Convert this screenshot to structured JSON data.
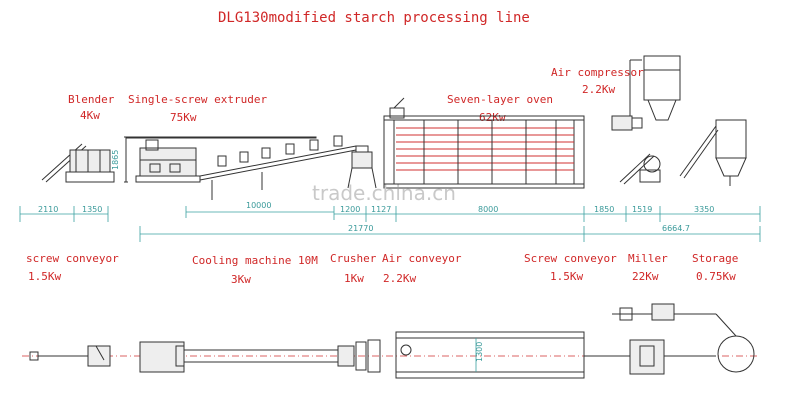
{
  "title": "DLG130modified starch processing line",
  "watermark": "trade.china.cn",
  "top_labels": {
    "blender": {
      "name": "Blender",
      "power": "4Kw"
    },
    "extruder": {
      "name": "Single-screw extruder",
      "power": "75Kw"
    },
    "oven": {
      "name": "Seven-layer oven",
      "power": "62Kw"
    },
    "compressor": {
      "name": "Air compressor",
      "power": "2.2Kw"
    }
  },
  "bottom_labels": {
    "screw_conveyor_1": {
      "name": "screw conveyor",
      "power": "1.5Kw"
    },
    "cooling": {
      "name": "Cooling machine 10M",
      "power": "3Kw"
    },
    "crusher": {
      "name": "Crusher",
      "power": "1Kw"
    },
    "air_conveyor": {
      "name": "Air conveyor",
      "power": "2.2Kw"
    },
    "screw_conveyor_2": {
      "name": "Screw conveyor",
      "power": "1.5Kw"
    },
    "miller": {
      "name": "Miller",
      "power": "22Kw"
    },
    "storage": {
      "name": "Storage",
      "power": "0.75Kw"
    }
  },
  "dimensions": {
    "d_2110": "2110",
    "d_1350": "1350",
    "d_10000": "10000",
    "d_1200": "1200",
    "d_1127": "1127",
    "d_8000": "8000",
    "d_1850": "1850",
    "d_1519": "1519",
    "d_3350": "3350",
    "total_21770": "21770",
    "total_6664": "6664.7",
    "height_1865": "1865",
    "width_1300": "1300"
  }
}
